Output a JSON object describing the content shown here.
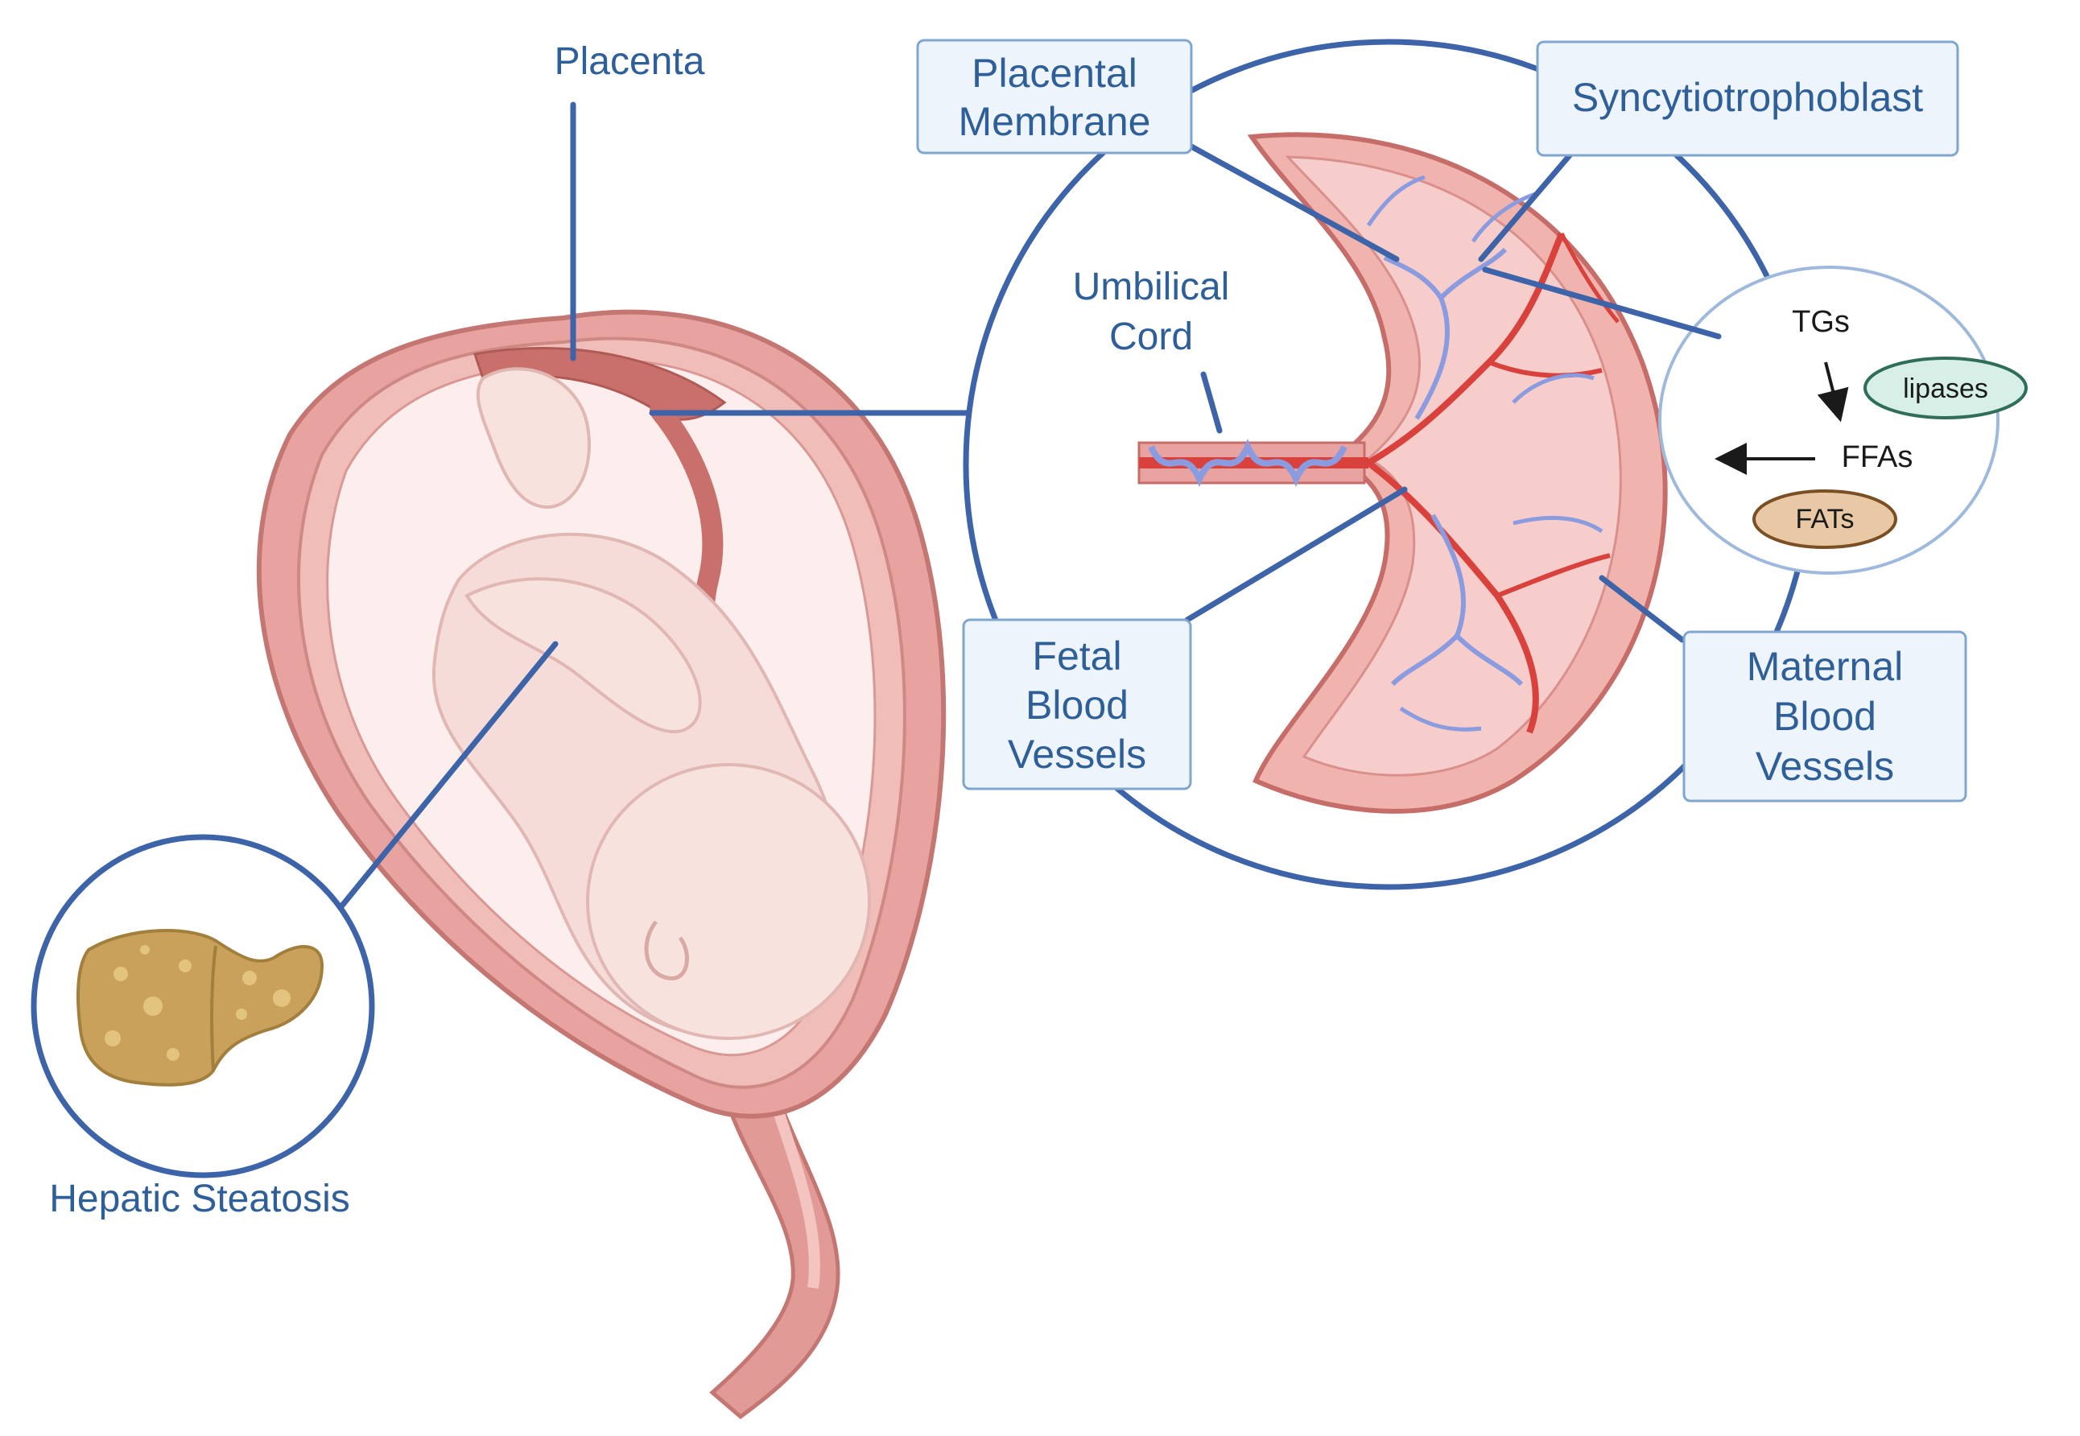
{
  "labels": {
    "placenta": "Placenta",
    "placental_membrane_line1": "Placental",
    "placental_membrane_line2": "Membrane",
    "syncytiotrophoblast": "Syncytiotrophoblast",
    "umbilical_cord_line1": "Umbilical",
    "umbilical_cord_line2": "Cord",
    "fetal_vessels_line1": "Fetal",
    "fetal_vessels_line2": "Blood",
    "fetal_vessels_line3": "Vessels",
    "maternal_vessels_line1": "Maternal",
    "maternal_vessels_line2": "Blood",
    "maternal_vessels_line3": "Vessels",
    "hepatic_steatosis": "Hepatic Steatosis"
  },
  "lipid_panel": {
    "tgs": "TGs",
    "lipases": "lipases",
    "ffas": "FFAs",
    "fats": "FATs"
  },
  "icons": {
    "uterus": "pregnant-uterus-icon",
    "placenta_detail": "placenta-cross-section-icon",
    "liver": "fatty-liver-icon"
  },
  "colors": {
    "accent": "#3d63a8",
    "label_text": "#2f5f99",
    "label_box_fill": "#eef4fb",
    "uterus_wall": "#e8a3a0",
    "fetus": "#f6dcd8",
    "maternal_vessel": "#d9413d",
    "fetal_vessel": "#8a9be0",
    "liver": "#c9a15a",
    "lipases_fill": "#d8efe8",
    "fats_fill": "#e9c9a5"
  }
}
